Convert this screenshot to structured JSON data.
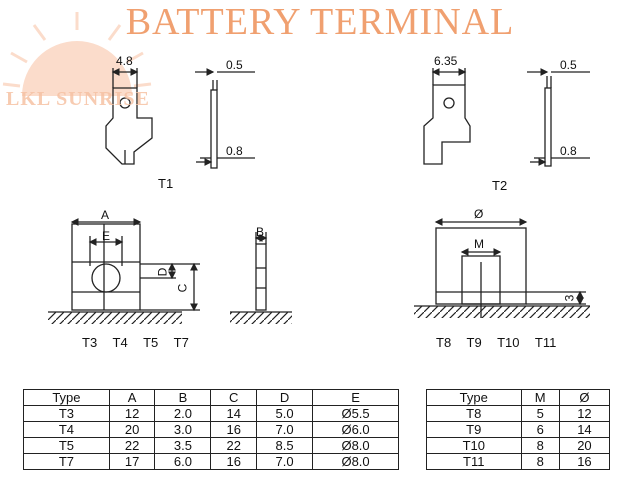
{
  "title": "BATTERY TERMINAL",
  "brand": "LKL SUNRISE",
  "colors": {
    "title": "#f0a070",
    "brand": "#f6c2a4",
    "sun": "#fbd9c6",
    "line": "#222222"
  },
  "figures": {
    "t1": {
      "label": "T1",
      "width": "4.8",
      "thickness_top": "0.5",
      "thickness_bottom": "0.8"
    },
    "t2": {
      "label": "T2",
      "width": "6.35",
      "thickness_top": "0.5",
      "thickness_bottom": "0.8"
    },
    "t3": {
      "label": "T3  T4  T5  T7",
      "dims": [
        "A",
        "E",
        "D",
        "C",
        "B"
      ]
    },
    "t8": {
      "label": "T8  T9  T10  T11",
      "dims": [
        "Ø",
        "M",
        "3"
      ]
    }
  },
  "table_left": {
    "headers": [
      "Type",
      "A",
      "B",
      "C",
      "D",
      "E"
    ],
    "rows": [
      [
        "T3",
        "12",
        "2.0",
        "14",
        "5.0",
        "Ø5.5"
      ],
      [
        "T4",
        "20",
        "3.0",
        "16",
        "7.0",
        "Ø6.0"
      ],
      [
        "T5",
        "22",
        "3.5",
        "22",
        "8.5",
        "Ø8.0"
      ],
      [
        "T7",
        "17",
        "6.0",
        "16",
        "7.0",
        "Ø8.0"
      ]
    ]
  },
  "table_right": {
    "headers": [
      "Type",
      "M",
      "Ø"
    ],
    "rows": [
      [
        "T8",
        "5",
        "12"
      ],
      [
        "T9",
        "6",
        "14"
      ],
      [
        "T10",
        "8",
        "20"
      ],
      [
        "T11",
        "8",
        "16"
      ]
    ]
  }
}
